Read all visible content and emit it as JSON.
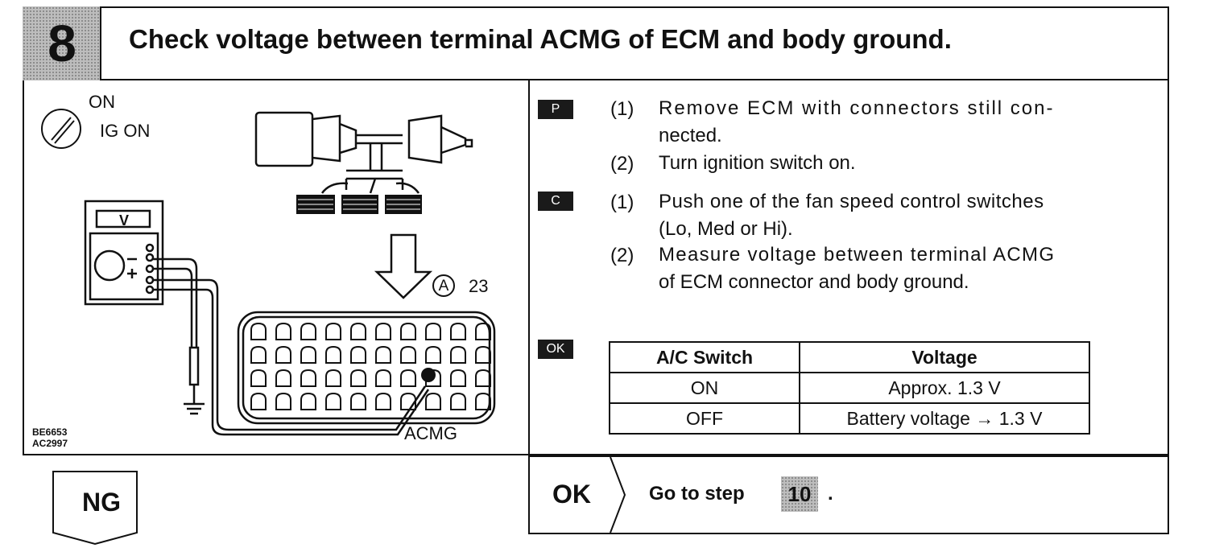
{
  "header": {
    "step_number": "8",
    "title": "Check voltage between terminal ACMG of ECM and body ground."
  },
  "illustration": {
    "ignition_on": "ON",
    "ignition_ig_on": "IG ON",
    "meter_label": "V",
    "connector_ref": "A",
    "connector_pins": "23",
    "terminal_label": "ACMG",
    "figure_codes": [
      "BE6653",
      "AC2997"
    ]
  },
  "procedure": {
    "prep_badge": "P",
    "prep_steps": [
      {
        "n": "(1)",
        "lines": [
          "Remove ECM with connectors still con-",
          "nected."
        ]
      },
      {
        "n": "(2)",
        "lines": [
          "Turn ignition switch on."
        ]
      }
    ],
    "check_badge": "C",
    "check_steps": [
      {
        "n": "(1)",
        "lines": [
          "Push one of the fan speed control switches",
          "(Lo, Med or Hi)."
        ]
      },
      {
        "n": "(2)",
        "lines": [
          "Measure voltage between terminal ACMG",
          "of ECM connector and body ground."
        ]
      }
    ],
    "ok_badge": "OK"
  },
  "table": {
    "headers": [
      "A/C Switch",
      "Voltage"
    ],
    "rows": [
      [
        "ON",
        "Approx. 1.3 V"
      ],
      [
        "OFF",
        "Battery voltage → 1.3 V"
      ]
    ]
  },
  "result_ok": {
    "label": "OK",
    "text": "Go to step",
    "step": "10",
    "tail": "."
  },
  "result_ng": {
    "label": "NG"
  }
}
